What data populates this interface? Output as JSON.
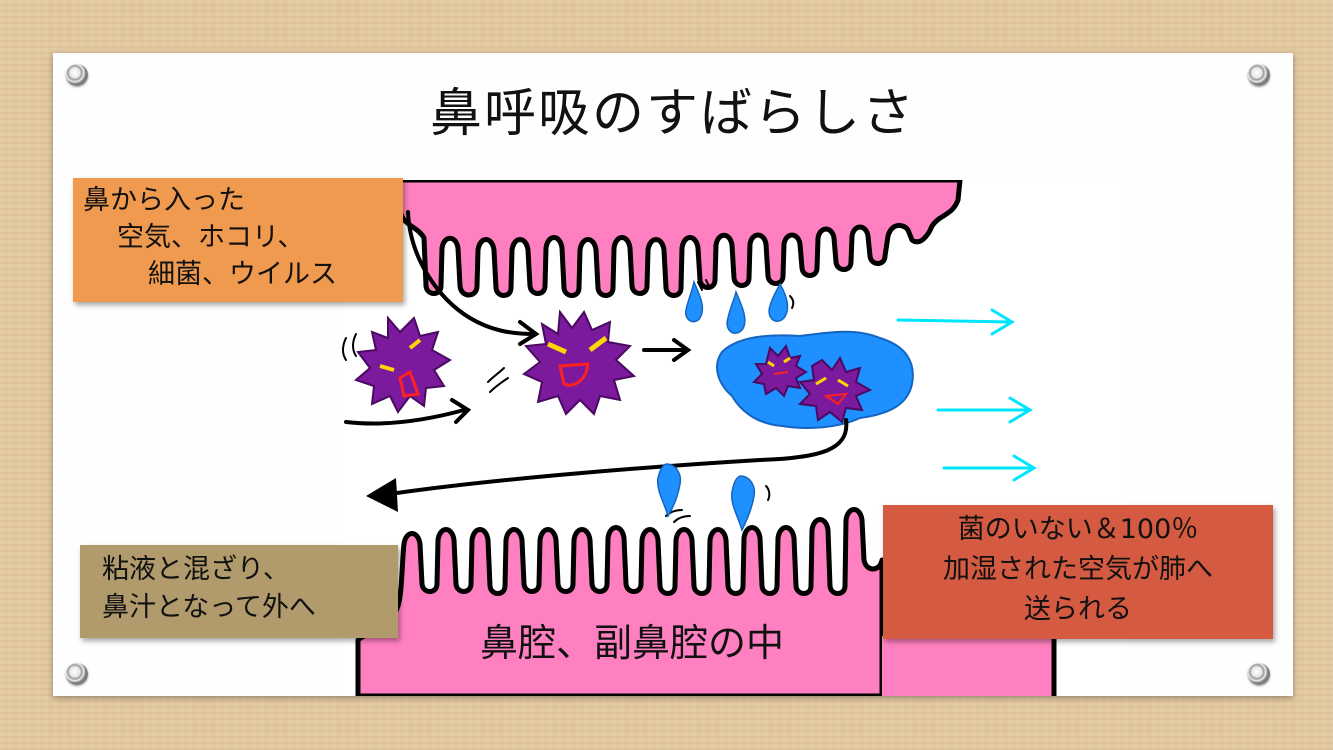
{
  "slide": {
    "title": "鼻呼吸のすばらしさ",
    "inhaled_box": {
      "line1": "鼻から入った",
      "line2": "空気、ホコリ、",
      "line3": "細菌、ウイルス"
    },
    "mucus_box": {
      "line1": "粘液と混ざり、",
      "line2": "鼻汁となって外へ"
    },
    "result_box": {
      "line1": "菌のいない＆100％",
      "line2": "加湿された空気が肺へ",
      "line3": "送られる"
    },
    "cavity_label": "鼻腔、副鼻腔の中"
  },
  "colors": {
    "tissue_pink": "#ff80c0",
    "mucus_blue": "#1e90ff",
    "germ_purple": "#7b1a9c",
    "clean_air_arrow": "#00e5ff",
    "orange_box": "#ef9a4e",
    "khaki_box": "#b19a6c",
    "red_box": "#d45a41"
  }
}
